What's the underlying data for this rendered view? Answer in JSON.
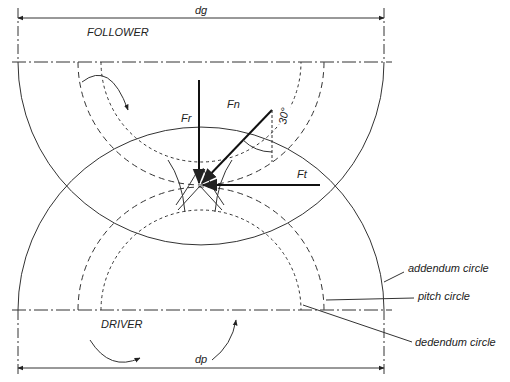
{
  "diagram": {
    "labels": [
      "dg",
      "FOLLOWER",
      "Fr",
      "Fn",
      "30°",
      "Ft",
      "addendum circle",
      "pitch circle",
      "DRIVER",
      "dedendum circle",
      "dp"
    ]
  }
}
